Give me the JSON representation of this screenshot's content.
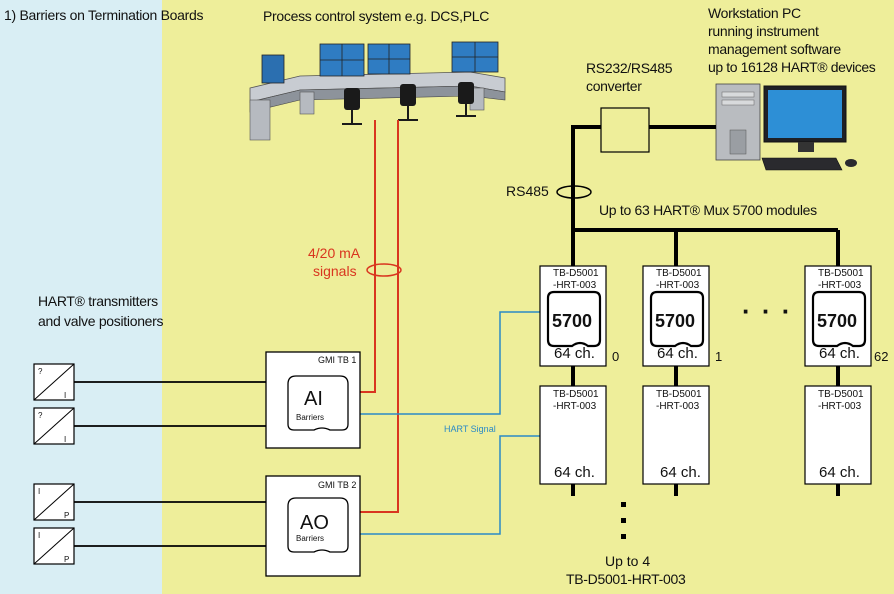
{
  "section_label": "1) Barriers on Termination Boards",
  "process_control": {
    "label": "Process control system e.g. DCS,PLC"
  },
  "workstation": {
    "line1": "Workstation PC",
    "line2": "running instrument",
    "line3": "management software",
    "line4": "up to 16128 HART® devices"
  },
  "converter": {
    "line1": "RS232/RS485",
    "line2": "converter"
  },
  "rs485_label": "RS485",
  "mux_label": "Up to 63 HART® Mux 5700 modules",
  "signals": {
    "line1": "4/20 mA",
    "line2": "signals",
    "color": "#d9351f"
  },
  "transmitters": {
    "line1": "HART® transmitters",
    "line2": "and valve positioners"
  },
  "field_devices": [
    {
      "top": "?",
      "bottom": "I"
    },
    {
      "top": "?",
      "bottom": "I"
    },
    {
      "top": "I",
      "bottom": "P"
    },
    {
      "top": "I",
      "bottom": "P"
    }
  ],
  "gmi_boards": [
    {
      "title": "GMI TB 1",
      "type": "AI",
      "sub": "Barriers"
    },
    {
      "title": "GMI TB 2",
      "type": "AO",
      "sub": "Barriers"
    }
  ],
  "hart_signal_label": "HART Signal",
  "hart_signal_color": "#2a8ac6",
  "mux_modules": [
    {
      "tb_line1": "TB-D5001",
      "tb_line2": "-HRT-003",
      "chip": "5700",
      "channels": "64 ch.",
      "index": "0"
    },
    {
      "tb_line1": "TB-D5001",
      "tb_line2": "-HRT-003",
      "chip": "5700",
      "channels": "64 ch.",
      "index": "1"
    },
    {
      "tb_line1": "TB-D5001",
      "tb_line2": "-HRT-003",
      "chip": "5700",
      "channels": "64 ch.",
      "index": "62"
    }
  ],
  "ext_modules": [
    {
      "tb_line1": "TB-D5001",
      "tb_line2": "-HRT-003",
      "channels": "64 ch."
    },
    {
      "tb_line1": "TB-D5001",
      "tb_line2": "-HRT-003",
      "channels": "64 ch."
    },
    {
      "tb_line1": "TB-D5001",
      "tb_line2": "-HRT-003",
      "channels": "64 ch."
    }
  ],
  "ellipsis": "· · ·",
  "up_to_4": {
    "line1": "Up to 4",
    "line2": "TB-D5001-HRT-003"
  }
}
